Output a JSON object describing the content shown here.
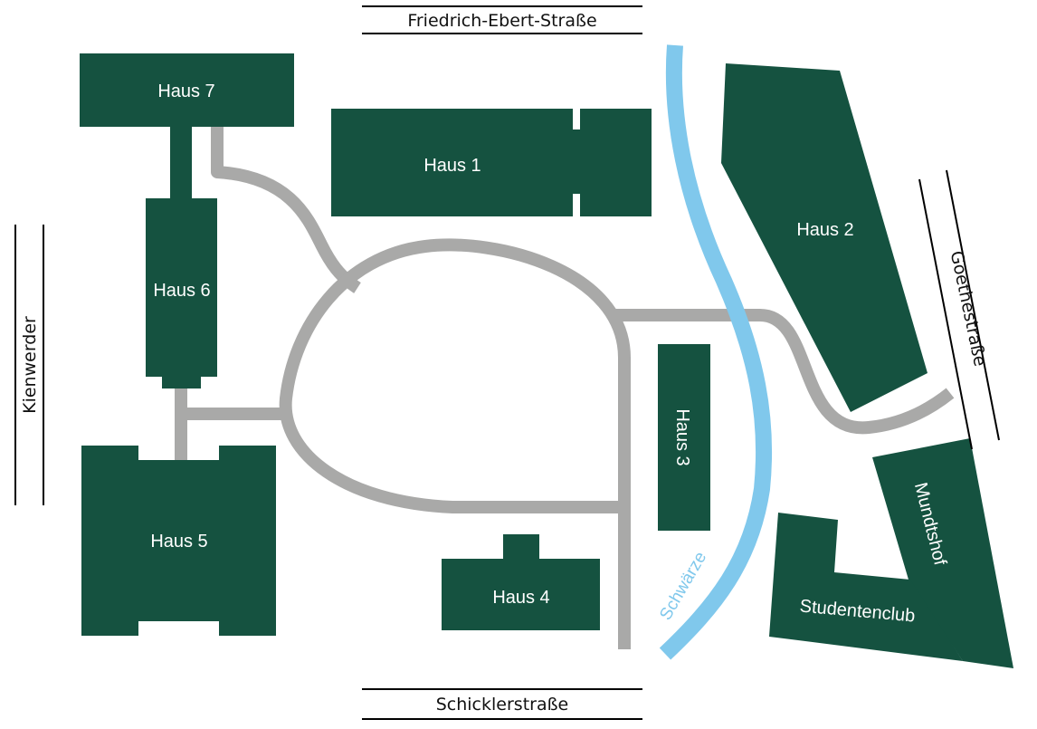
{
  "map": {
    "streets": {
      "north": "Friedrich-Ebert-Straße",
      "south": "Schicklerstraße",
      "west": "Kienwerder",
      "east": "Goethestraße"
    },
    "river": "Schwärze",
    "buildings": {
      "haus1": "Haus 1",
      "haus2": "Haus 2",
      "haus3": "Haus 3",
      "haus4": "Haus 4",
      "haus5": "Haus 5",
      "haus6": "Haus 6",
      "haus7": "Haus 7",
      "mundtshof": "Mundtshof",
      "studentenclub": "Studentenclub"
    },
    "colors": {
      "building": "#155240",
      "path": "#a9a9a8",
      "river": "#80c8ec",
      "background": "#ffffff"
    }
  }
}
